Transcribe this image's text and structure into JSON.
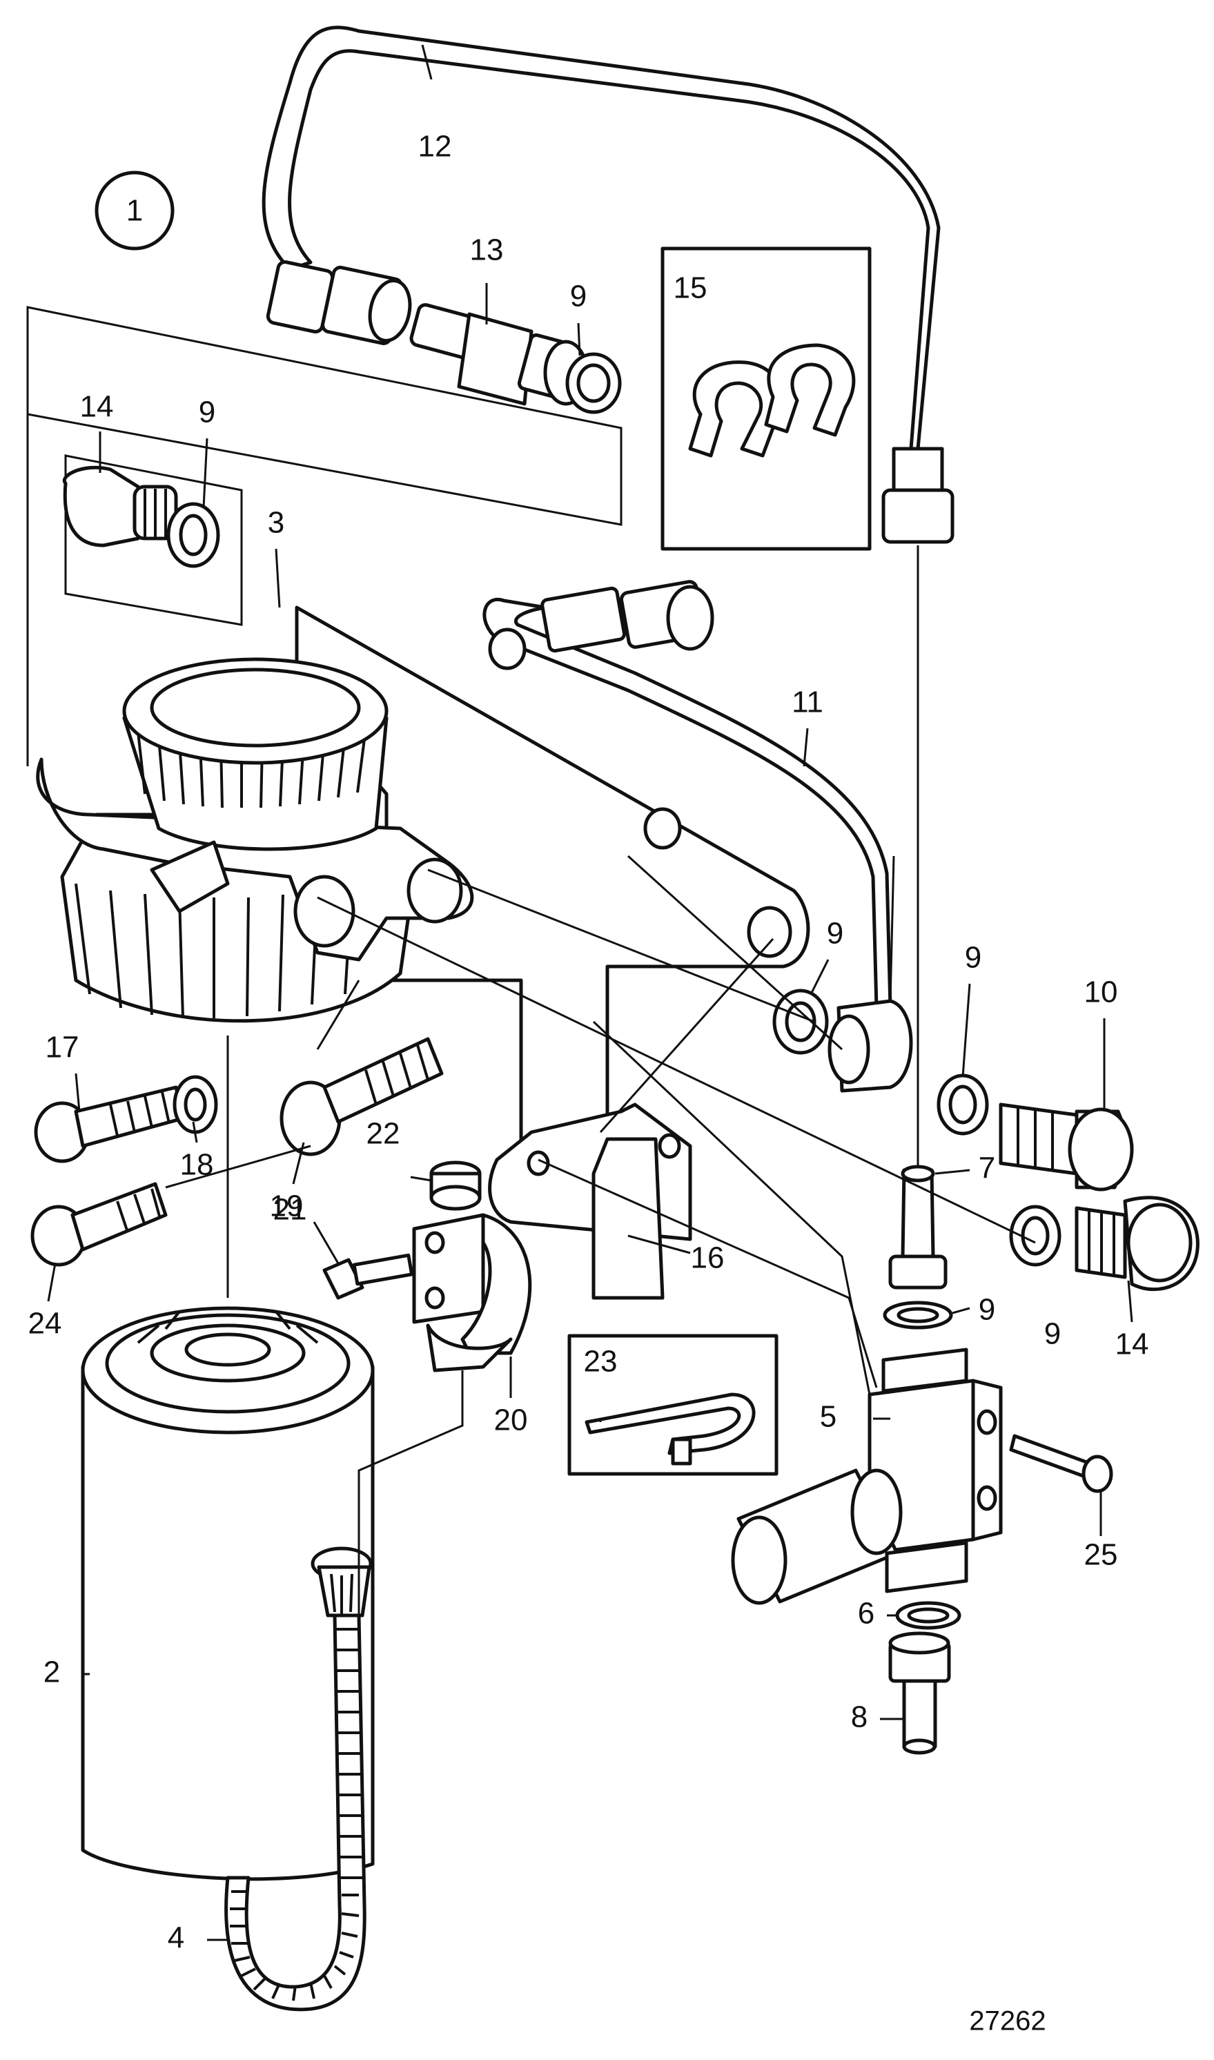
{
  "diagram": {
    "group_marker": "1",
    "reference_number": "27262",
    "callouts": {
      "c2": "2",
      "c3": "3",
      "c4": "4",
      "c5": "5",
      "c6": "6",
      "c7": "7",
      "c8": "8",
      "c9a": "9",
      "c9b": "9",
      "c9c": "9",
      "c9d": "9",
      "c9e": "9",
      "c9f": "9",
      "c10": "10",
      "c11": "11",
      "c12": "12",
      "c13": "13",
      "c14a": "14",
      "c14b": "14",
      "c15": "15",
      "c16": "16",
      "c17": "17",
      "c18": "18",
      "c19": "19",
      "c20": "20",
      "c21": "21",
      "c22": "22",
      "c23": "23",
      "c24": "24",
      "c25": "25"
    }
  }
}
